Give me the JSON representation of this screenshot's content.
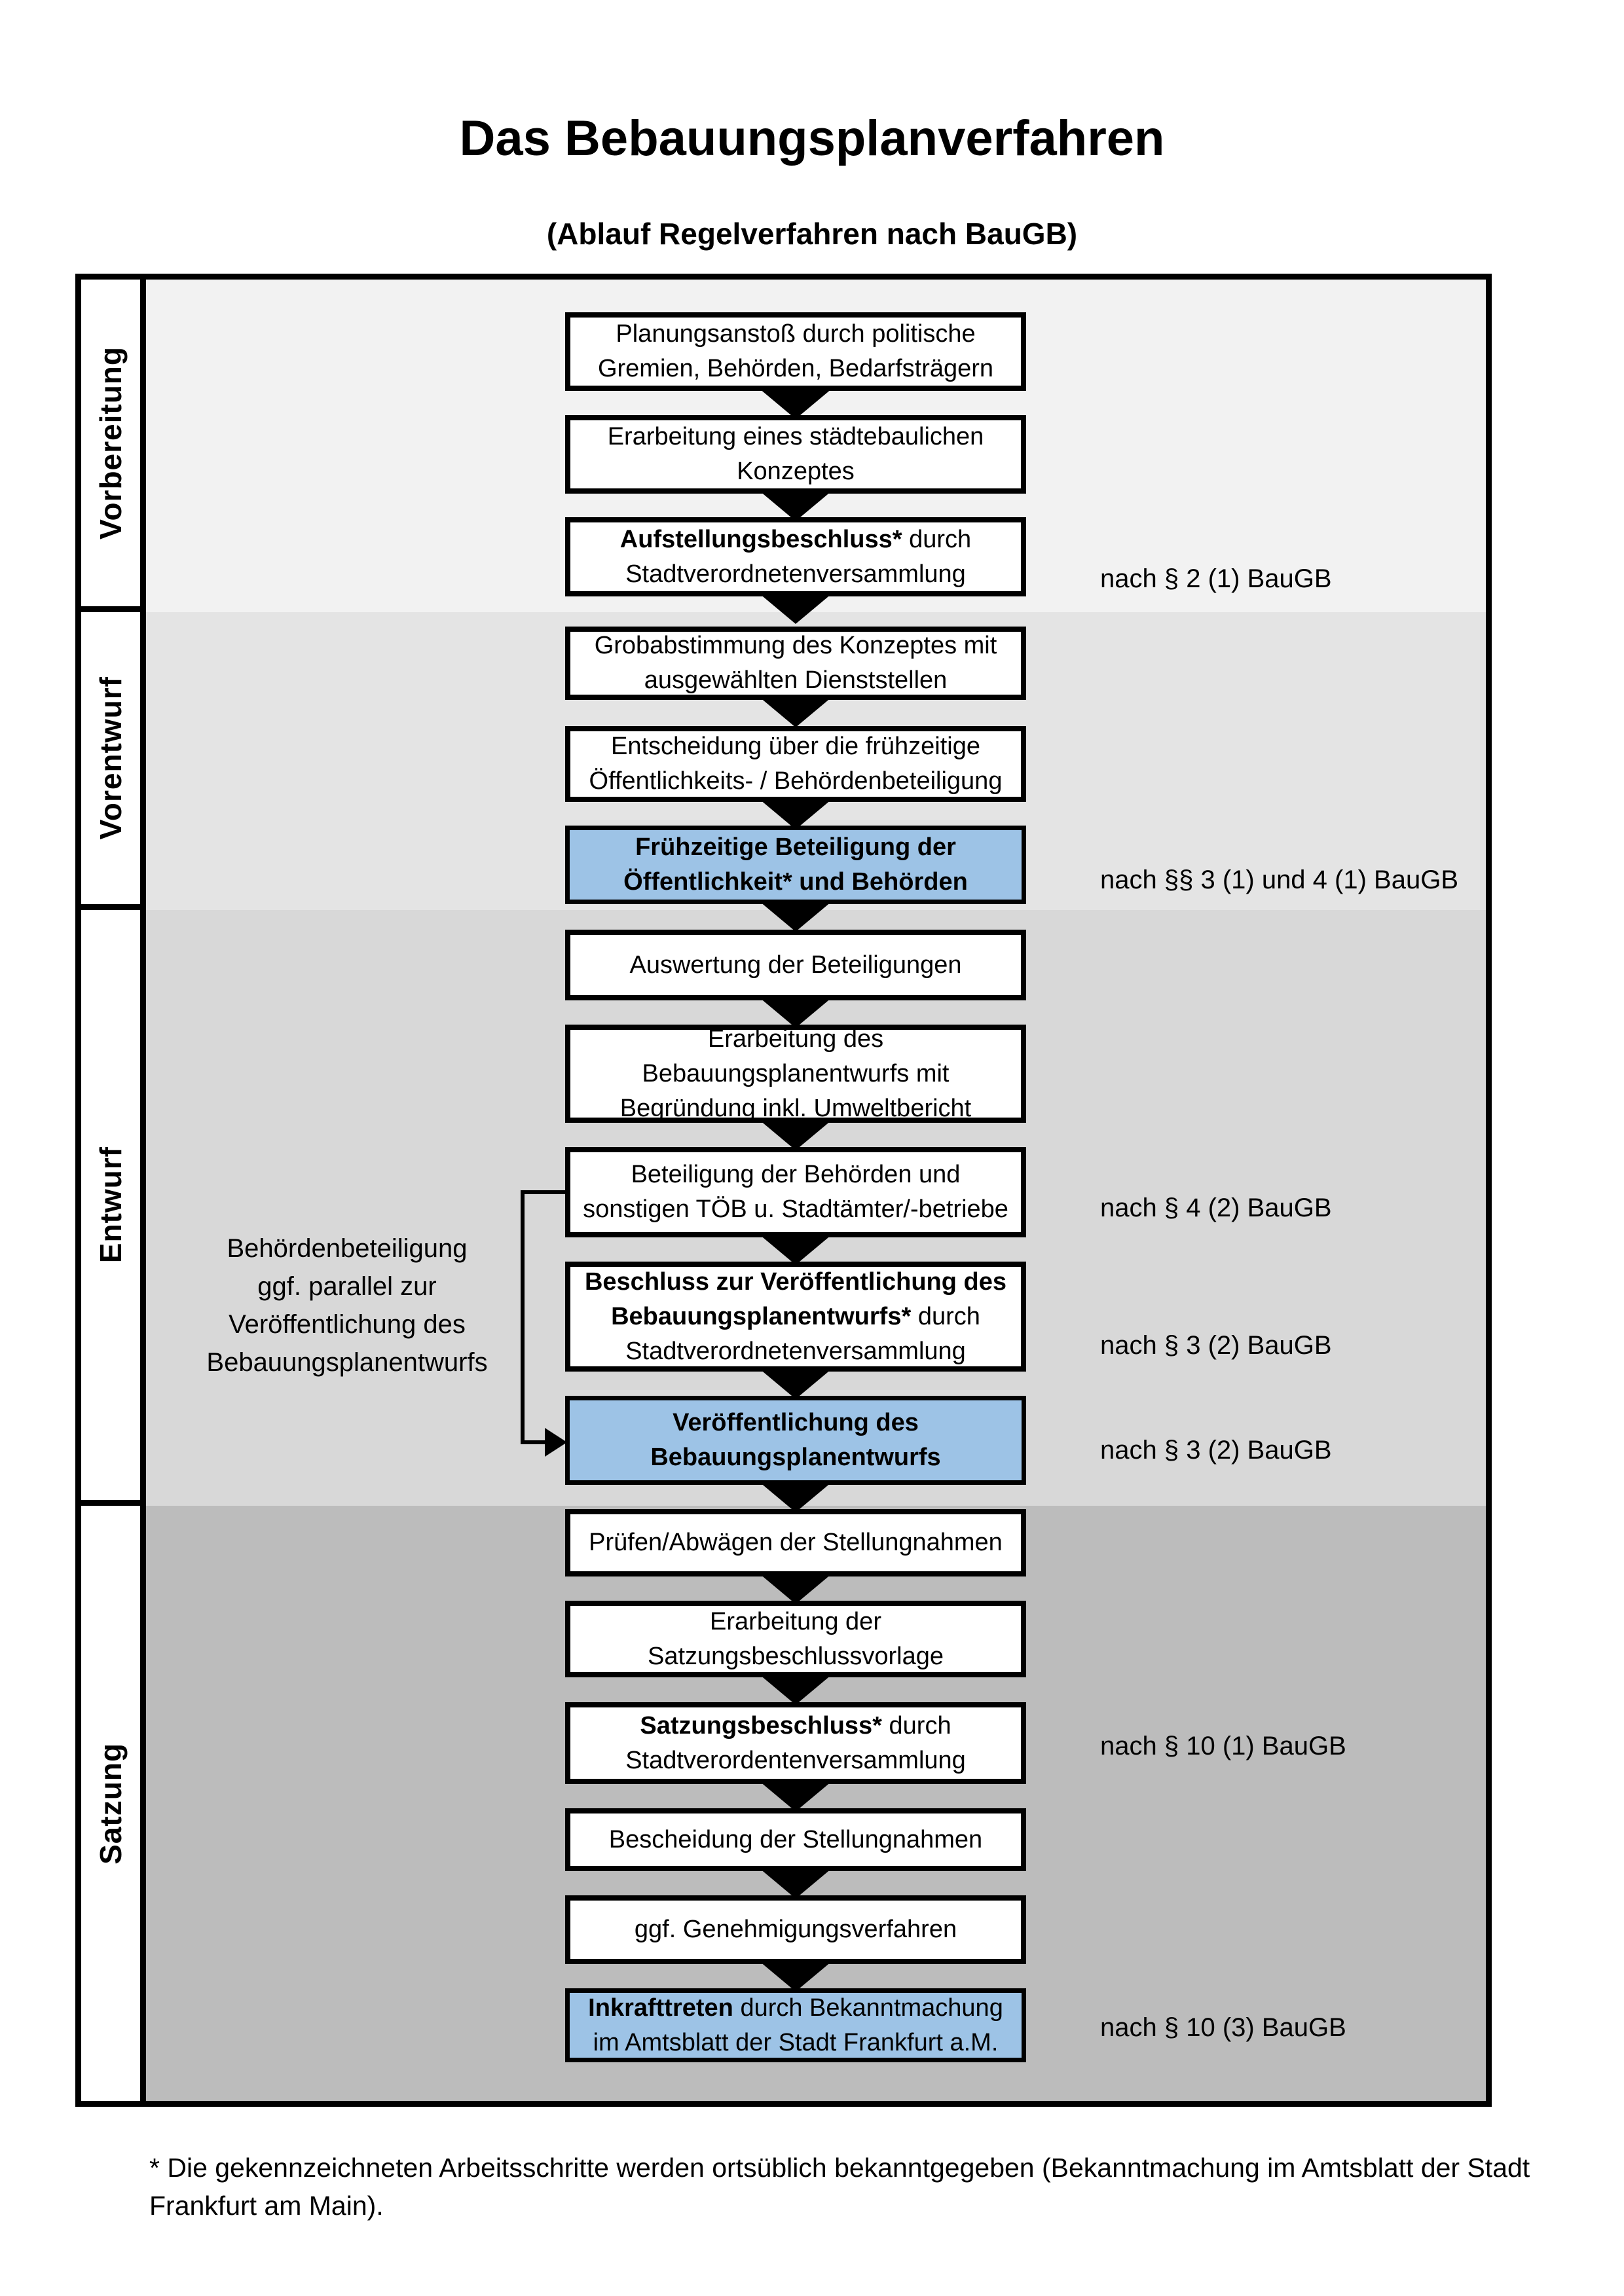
{
  "title": "Das Bebauungsplanverfahren",
  "subtitle": "(Ablauf Regelverfahren nach BauGB)",
  "phases": [
    {
      "label": "Vorbereitung"
    },
    {
      "label": "Vorentwurf"
    },
    {
      "label": "Entwurf"
    },
    {
      "label": "Satzung"
    }
  ],
  "boxes": [
    {
      "bold": "",
      "text": "Planungsanstoß durch politische\nGremien, Behörden, Bedarfsträgern",
      "highlight": false
    },
    {
      "bold": "",
      "text": "Erarbeitung eines städtebaulichen\nKonzeptes",
      "highlight": false
    },
    {
      "bold": "Aufstellungsbeschluss*",
      "text": " durch\nStadtverordnetenversammlung",
      "highlight": false
    },
    {
      "bold": "",
      "text": "Grobabstimmung des Konzeptes mit\nausgewählten Dienststellen",
      "highlight": false
    },
    {
      "bold": "",
      "text": "Entscheidung über die frühzeitige\nÖffentlichkeits- / Behördenbeteiligung",
      "highlight": false
    },
    {
      "bold": "Frühzeitige Beteiligung der\nÖffentlichkeit* und Behörden",
      "text": "",
      "highlight": true
    },
    {
      "bold": "",
      "text": "Auswertung der Beteiligungen",
      "highlight": false
    },
    {
      "bold": "",
      "text": "Erarbeitung des\nBebauungsplanentwurfs mit\nBegründung inkl. Umweltbericht",
      "highlight": false
    },
    {
      "bold": "",
      "text": "Beteiligung der Behörden und\nsonstigen TÖB u. Stadtämter/-betriebe",
      "highlight": false
    },
    {
      "bold": "Beschluss zur Veröffentlichung des\nBebauungsplanentwurfs*",
      "text": " durch\nStadtverordnetenversammlung",
      "highlight": false
    },
    {
      "bold": "Veröffentlichung des\nBebauungsplanentwurfs",
      "text": "",
      "highlight": true
    },
    {
      "bold": "",
      "text": "Prüfen/Abwägen der Stellungnahmen",
      "highlight": false
    },
    {
      "bold": "",
      "text": "Erarbeitung der\nSatzungsbeschlussvorlage",
      "highlight": false
    },
    {
      "bold": "Satzungsbeschluss*",
      "text": " durch\nStadtverordentenversammlung",
      "highlight": false
    },
    {
      "bold": "",
      "text": "Bescheidung der Stellungnahmen",
      "highlight": false
    },
    {
      "bold": "",
      "text": "ggf. Genehmigungsverfahren",
      "highlight": false
    },
    {
      "bold": "Inkrafttreten",
      "text": " durch Bekanntmachung\nim Amtsblatt der Stadt Frankfurt a.M.",
      "highlight": true
    }
  ],
  "legal_refs": [
    "nach § 2 (1) BauGB",
    "nach §§ 3 (1) und 4 (1) BauGB",
    "nach § 4 (2) BauGB",
    "nach § 3 (2) BauGB",
    "nach § 3 (2) BauGB",
    "nach § 10 (1) BauGB",
    "nach § 10 (3) BauGB"
  ],
  "side_note": "Behördenbeteiligung\nggf. parallel zur\nVeröffentlichung des\nBebauungsplanentwurfs",
  "footnote": "* Die gekennzeichneten Arbeitsschritte werden ortsüblich bekanntgegeben (Bekanntmachung im Amtsblatt  der Stadt\nFrankfurt am Main).",
  "colors": {
    "highlight": "#9dc3e6",
    "band1": "#f2f2f2",
    "band2": "#e4e4e4",
    "band3": "#d8d8d8",
    "band4": "#bcbcbc"
  }
}
